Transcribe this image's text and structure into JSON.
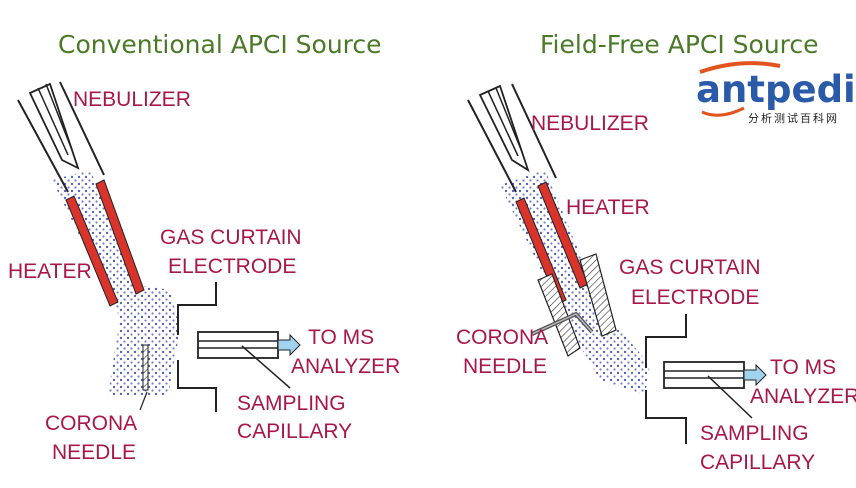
{
  "left_panel": {
    "title": "Conventional APCI Source",
    "labels": {
      "nebulizer": "NEBULIZER",
      "heater": "HEATER",
      "gas_curtain_1": "GAS CURTAIN",
      "gas_curtain_2": "ELECTRODE",
      "to_ms_1": "TO MS",
      "to_ms_2": "ANALYZER",
      "sampling_1": "SAMPLING",
      "sampling_2": "CAPILLARY",
      "corona_1": "CORONA",
      "corona_2": "NEEDLE"
    }
  },
  "right_panel": {
    "title": "Field-Free APCI Source",
    "labels": {
      "nebulizer": "NEBULIZER",
      "heater": "HEATER",
      "gas_curtain_1": "GAS CURTAIN",
      "gas_curtain_2": "ELECTRODE",
      "corona_1": "CORONA",
      "corona_2": "NEEDLE",
      "to_ms_1": "TO MS",
      "to_ms_2": "ANALYZER",
      "sampling_1": "SAMPLING",
      "sampling_2": "CAPILLARY"
    }
  },
  "logo": {
    "name": "antpedia",
    "subtitle": "分析测试百科网"
  },
  "colors": {
    "title": "#4a7a28",
    "label": "#a8174a",
    "heater": "#d9342b",
    "spray": "#4b5bb8",
    "arrow": "#9fd3ee"
  }
}
